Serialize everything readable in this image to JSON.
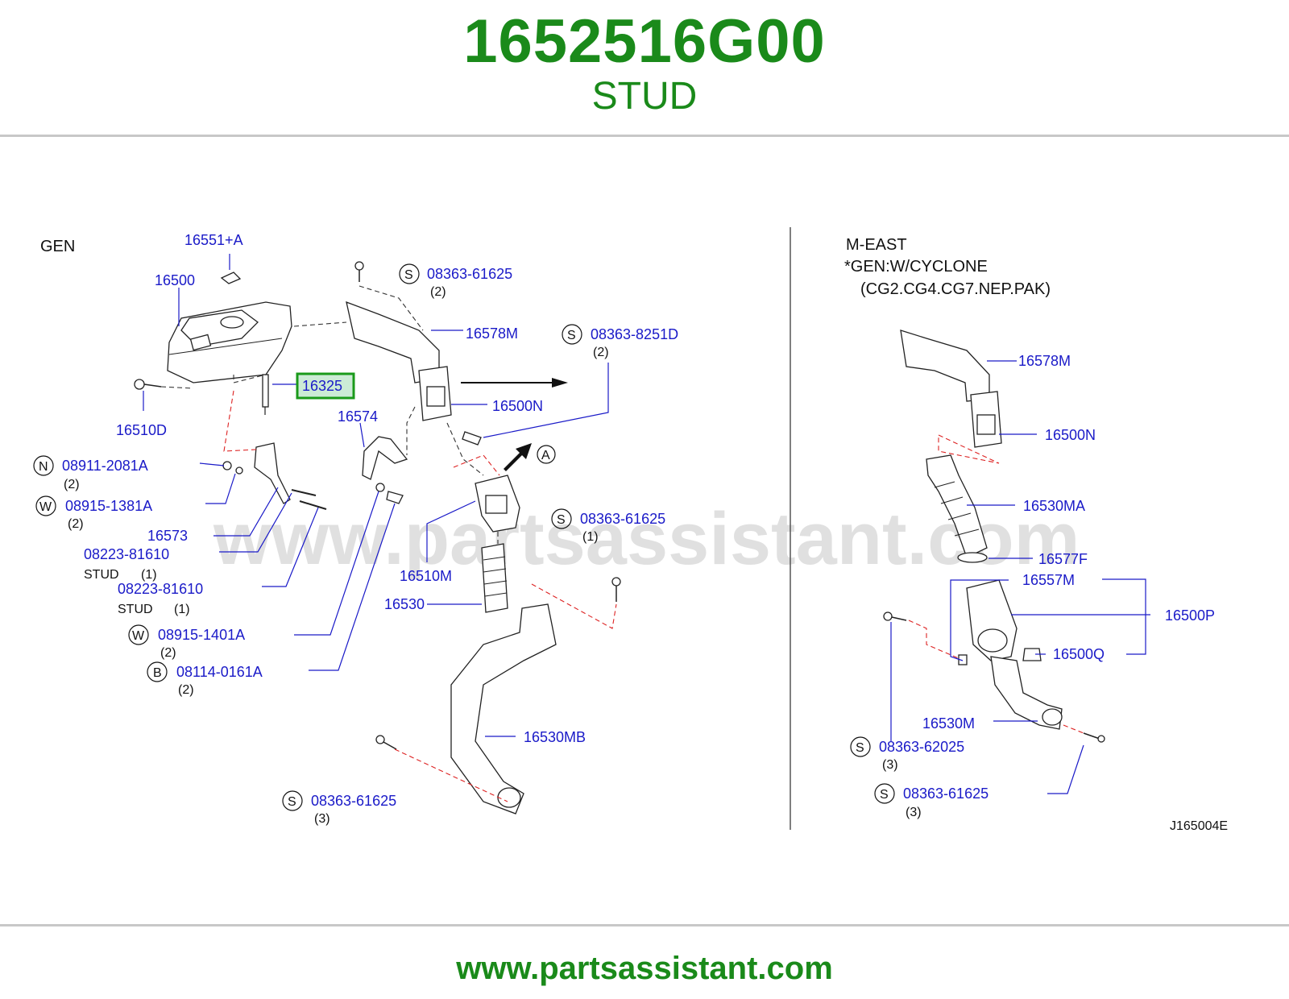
{
  "header": {
    "part_number": "1652516G00",
    "part_name": "STUD"
  },
  "footer": {
    "url": "www.partsassistant.com"
  },
  "diagram": {
    "watermark": "www.partsassistant.com",
    "code": "J165004E",
    "left_section": {
      "title": "GEN",
      "highlighted_part": "16325",
      "labels": {
        "p16551A": "16551+A",
        "p16500": "16500",
        "p16510D": "16510D",
        "p08363_61625_top": "08363-61625",
        "q2_top": "(2)",
        "p16578M": "16578M",
        "p08363_8251D": "08363-8251D",
        "q2_8251": "(2)",
        "p16500N": "16500N",
        "p16574": "16574",
        "A": "A",
        "p08911_2081A": "08911-2081A",
        "q2_08911": "(2)",
        "p08915_1381A": "08915-1381A",
        "q2_08915": "(2)",
        "p16573": "16573",
        "p08223_81610_a": "08223-81610",
        "stud_a": "STUD",
        "q1_a": "(1)",
        "p08223_81610_b": "08223-81610",
        "stud_b": "STUD",
        "q1_b": "(1)",
        "p08915_1401A": "08915-1401A",
        "q2_1401": "(2)",
        "p08114_0161A": "08114-0161A",
        "q2_08114": "(2)",
        "p16510M": "16510M",
        "p16530": "16530",
        "p08363_61625_mid": "08363-61625",
        "q1_mid": "(1)",
        "p16530MB": "16530MB",
        "p08363_61625_bot": "08363-61625",
        "q3_bot": "(3)"
      },
      "symbols": {
        "S": "S",
        "N": "N",
        "W": "W",
        "B": "B"
      }
    },
    "right_section": {
      "title_1": "M-EAST",
      "title_2": "*GEN:W/CYCLONE",
      "title_3": "(CG2.CG4.CG7.NEP.PAK)",
      "labels": {
        "p16578M": "16578M",
        "p16500N": "16500N",
        "p16530MA": "16530MA",
        "p16577F": "16577F",
        "p16557M": "16557M",
        "p16500P": "16500P",
        "p16500Q": "16500Q",
        "p16530M": "16530M",
        "p08363_62025": "08363-62025",
        "q3_62025": "(3)",
        "p08363_61625": "08363-61625",
        "q3_61625": "(3)"
      }
    }
  },
  "colors": {
    "brand_green": "#1a8a1a",
    "label_blue": "#1a1ac8",
    "highlight_fill": "#ccebd6",
    "highlight_border": "#1a9a1a",
    "leader_red": "#dd2222"
  }
}
